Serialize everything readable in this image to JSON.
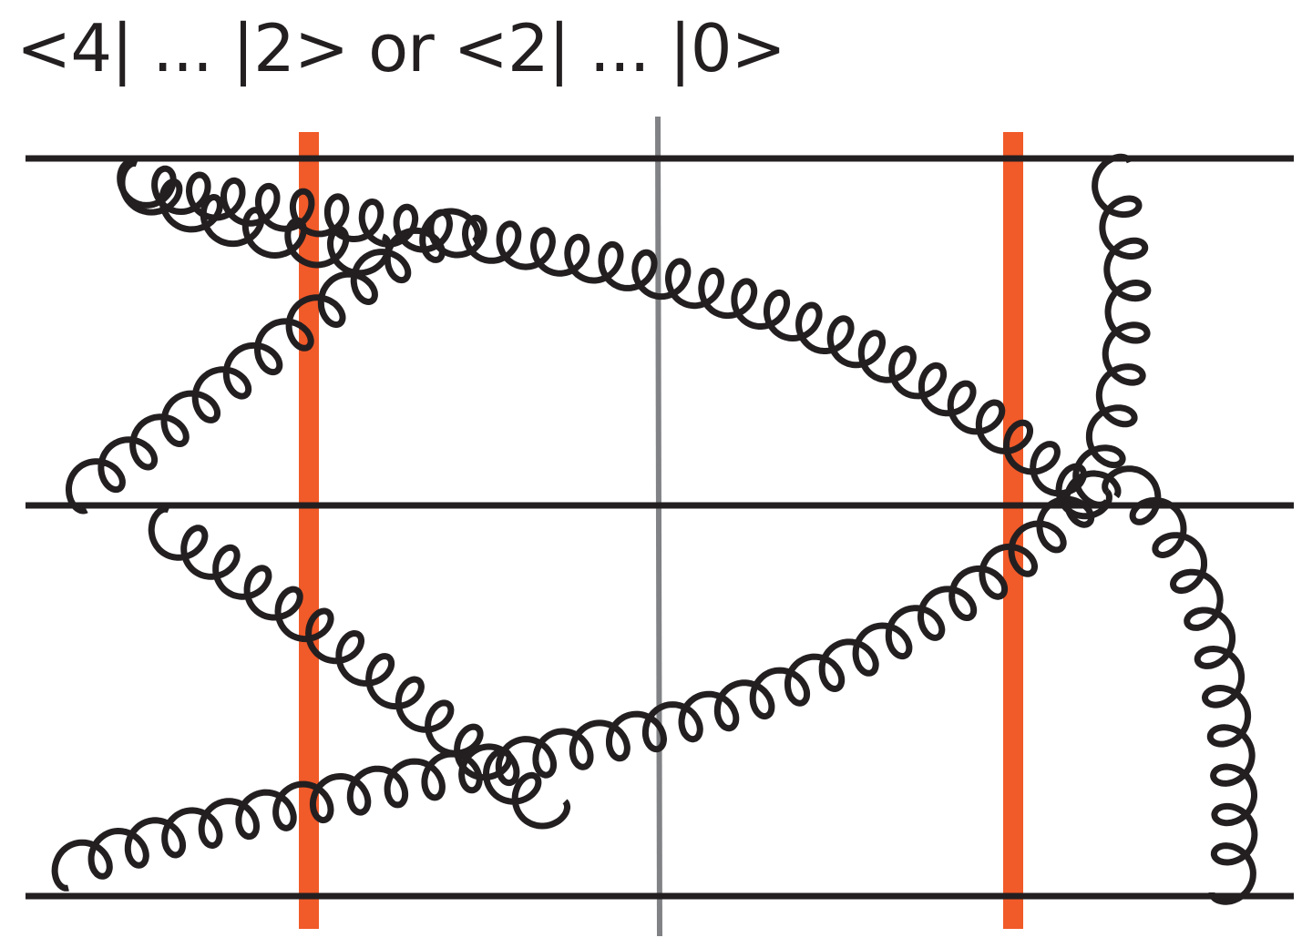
{
  "title": "<4| ... |2> or <2| ... |0>",
  "colors": {
    "line": "#231f20",
    "cut": "#f15a29",
    "center_cut": "#808285"
  },
  "diagram": {
    "type": "feynman-diagram",
    "horizontal_lines": 3,
    "vertical_cuts": {
      "orange": 2,
      "gray": 1
    },
    "gluons": 7
  }
}
